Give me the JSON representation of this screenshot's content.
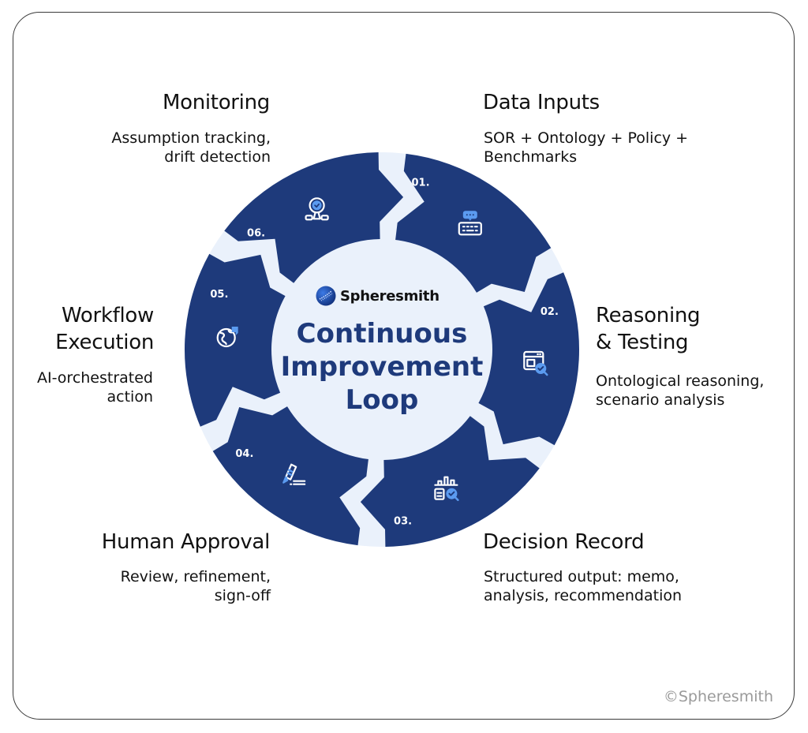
{
  "center": {
    "brand": "Spheresmith",
    "title_lines": [
      "Continuous",
      "Improvement",
      "Loop"
    ]
  },
  "steps": [
    {
      "number": "01.",
      "title": "Data Inputs",
      "title_lines": [
        "Data Inputs"
      ],
      "desc_lines": [
        "SOR + Ontology + Policy +",
        "Benchmarks"
      ],
      "icon": "keyboard-chat-icon"
    },
    {
      "number": "02.",
      "title": "Reasoning & Testing",
      "title_lines": [
        "Reasoning",
        "& Testing"
      ],
      "desc_lines": [
        "Ontological reasoning,",
        "scenario analysis"
      ],
      "icon": "browser-check-icon"
    },
    {
      "number": "03.",
      "title": "Decision Record",
      "title_lines": [
        "Decision Record"
      ],
      "desc_lines": [
        "Structured output: memo,",
        "analysis, recommendation"
      ],
      "icon": "chart-check-icon"
    },
    {
      "number": "04.",
      "title": "Human Approval",
      "title_lines": [
        "Human Approval"
      ],
      "desc_lines": [
        "Review, refinement,",
        "sign-off"
      ],
      "icon": "pen-sign-icon"
    },
    {
      "number": "05.",
      "title": "Workflow Execution",
      "title_lines": [
        "Workflow",
        "Execution"
      ],
      "desc_lines": [
        "AI-orchestrated",
        "action"
      ],
      "icon": "globe-pointer-icon"
    },
    {
      "number": "06.",
      "title": "Monitoring",
      "title_lines": [
        "Monitoring"
      ],
      "desc_lines": [
        "Assumption tracking,",
        "drift detection"
      ],
      "icon": "badge-check-icon"
    }
  ],
  "footer": {
    "copyright": "©Spheresmith"
  },
  "colors": {
    "segment": "#1e3a7b",
    "ring_bg": "#eaf1fb",
    "accent": "#5b9bf0",
    "text": "#111111",
    "muted": "#9a9a9a"
  }
}
